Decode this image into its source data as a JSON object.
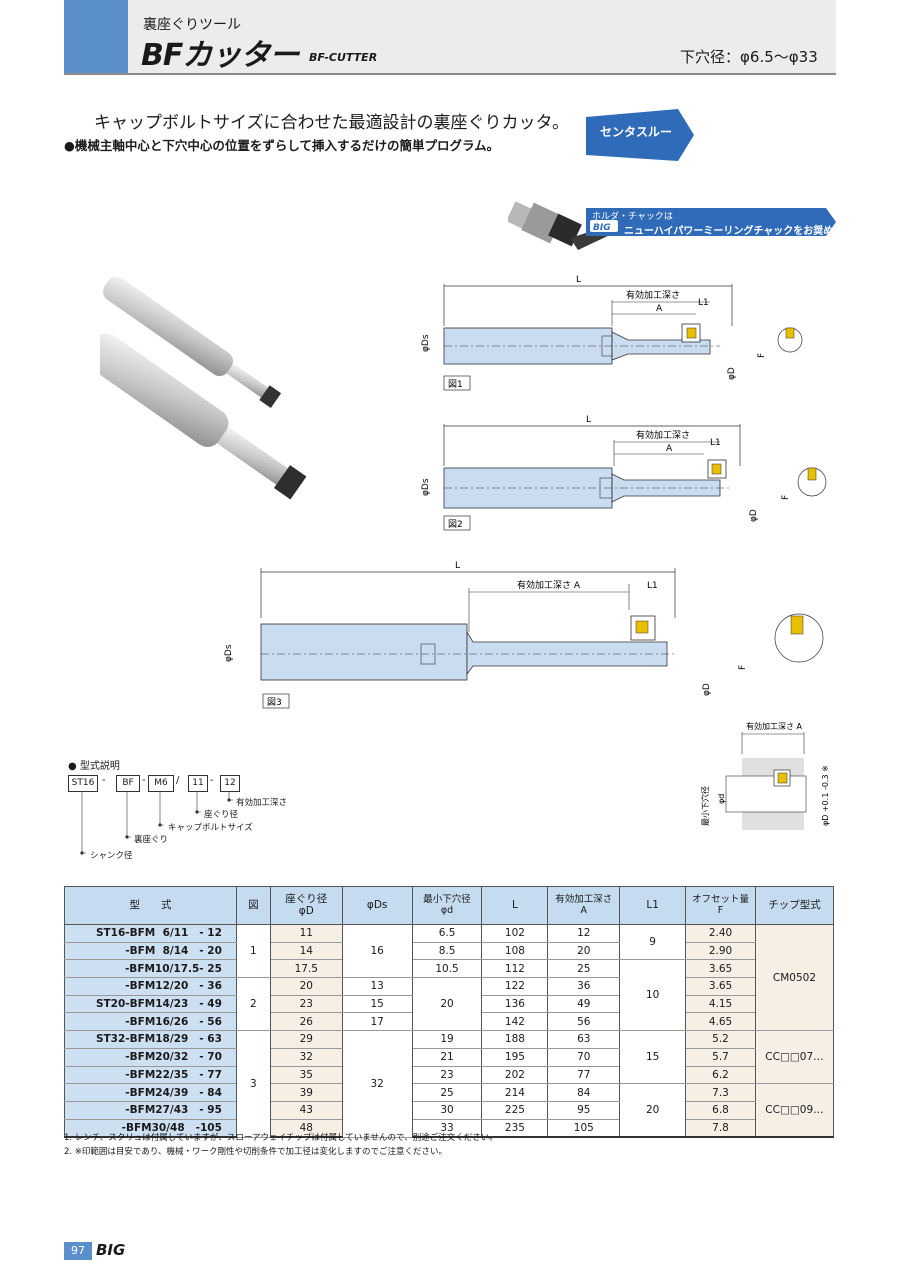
{
  "header": {
    "subtitle": "裏座ぐりツール",
    "title": "BFカッター",
    "title_en": "BF-CUTTER",
    "hole_range": "下穴径：φ6.5〜φ33"
  },
  "intro": {
    "lead": "キャップボルトサイズに合わせた最適設計の裏座ぐりカッタ。",
    "bullet": "●機械主軸中心と下穴中心の位置をずらして挿入するだけの簡単プログラム。",
    "badge": "センタスルー"
  },
  "banner": {
    "line1": "ホルダ・チャックは",
    "logo": "BIG",
    "line2": "ニューハイパワーミーリングチャックをお奨めします。"
  },
  "figures": {
    "fig1": "図1",
    "fig2": "図2",
    "fig3": "図3",
    "L": "L",
    "effective_depth": "有効加工深さ",
    "effective_depth_A": "有効加工深さ A",
    "A": "A",
    "L1": "L1",
    "Ds": "φDs",
    "D": "φD",
    "F": "F",
    "d": "φd",
    "min_hole": "最小下穴径",
    "tol": "φD +0.1 -0.3 ※"
  },
  "model_code": {
    "title": "● 型式説明",
    "parts": [
      "ST16",
      "BF",
      "M6",
      "11",
      "12"
    ],
    "seps": [
      "-",
      "-",
      "/",
      "-"
    ],
    "labels": [
      "有効加工深さ",
      "座ぐり径",
      "キャップボルトサイズ",
      "裏座ぐり",
      "シャンク径"
    ]
  },
  "table": {
    "headers": [
      "型　　式",
      "図",
      "座ぐり径\nφD",
      "φDs",
      "最小下穴径\nφd",
      "L",
      "有効加工深さ\nA",
      "L1",
      "オフセット量\nF",
      "チップ型式"
    ],
    "rows": [
      [
        "ST16-BFM  6/11   - 12",
        "11",
        "6.5",
        "102",
        "12",
        "2.40"
      ],
      [
        "-BFM  8/14   - 20",
        "14",
        "8.5",
        "108",
        "20",
        "2.90"
      ],
      [
        "-BFM10/17.5- 25",
        "17.5",
        "10.5",
        "112",
        "25",
        "3.65"
      ],
      [
        "-BFM12/20   - 36",
        "20",
        "13",
        "122",
        "36",
        "3.65"
      ],
      [
        "ST20-BFM14/23   - 49",
        "23",
        "15",
        "136",
        "49",
        "4.15"
      ],
      [
        "-BFM16/26   - 56",
        "26",
        "17",
        "142",
        "56",
        "4.65"
      ],
      [
        "ST32-BFM18/29   - 63",
        "29",
        "19",
        "188",
        "63",
        "5.2"
      ],
      [
        "-BFM20/32   - 70",
        "32",
        "21",
        "195",
        "70",
        "5.7"
      ],
      [
        "-BFM22/35   - 77",
        "35",
        "23",
        "202",
        "77",
        "6.2"
      ],
      [
        "-BFM24/39   - 84",
        "39",
        "25",
        "214",
        "84",
        "7.3"
      ],
      [
        "-BFM27/43   - 95",
        "43",
        "30",
        "225",
        "95",
        "6.8"
      ],
      [
        "-BFM30/48   -105",
        "48",
        "33",
        "235",
        "105",
        "7.8"
      ]
    ],
    "fig_groups": [
      "1",
      "2",
      "3"
    ],
    "ds_groups": [
      "16",
      "20",
      "32"
    ],
    "l1_groups": [
      "9",
      "10",
      "15",
      "20"
    ],
    "chip_groups": [
      "CM0502",
      "CC□□07…",
      "CC□□09…"
    ]
  },
  "notes": [
    "1. レンチ、スクリュは付属していますが、スローアウェイチップは付属していませんので、別途ご注文ください。",
    "2. ※印範囲は目安であり、機械・ワーク剛性や切削条件で加工径は変化しますのでご注意ください。"
  ],
  "footer": {
    "page": "97",
    "logo": "BIG"
  },
  "colors": {
    "accent": "#5b8fcc",
    "header_grey": "#ececec",
    "table_header": "#c5dcf0",
    "tool_blue": "#c9dcf0",
    "badge": "#2f6bb8"
  }
}
